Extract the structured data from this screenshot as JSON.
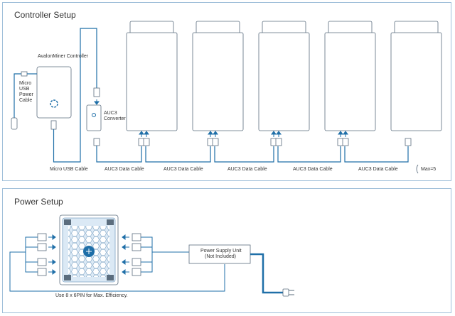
{
  "controller_setup": {
    "title": "Controller Setup",
    "controller_label": "AvalonMiner Controller",
    "micro_usb_power_cable": [
      "Micro",
      "USB",
      "Power",
      "Cable"
    ],
    "converter_label": [
      "AUC3",
      "Converter"
    ],
    "micro_usb_cable": "Micro USB Cable",
    "data_cable_labels": [
      "AUC3 Data Cable",
      "AUC3 Data Cable",
      "AUC3 Data Cable",
      "AUC3 Data Cable",
      "AUC3 Data Cable"
    ],
    "max_label": "Max=5"
  },
  "power_setup": {
    "title": "Power Setup",
    "psu_label": [
      "Power Supply Unit",
      "(Not Included)"
    ],
    "note": "Use 8 x 6PIN for Max. Efficiency."
  },
  "colors": {
    "line": "#1f6fa8",
    "border": "#9fbfd9",
    "panel_border": "#5b6d7e",
    "miner_fill": "#dbe9f5"
  }
}
